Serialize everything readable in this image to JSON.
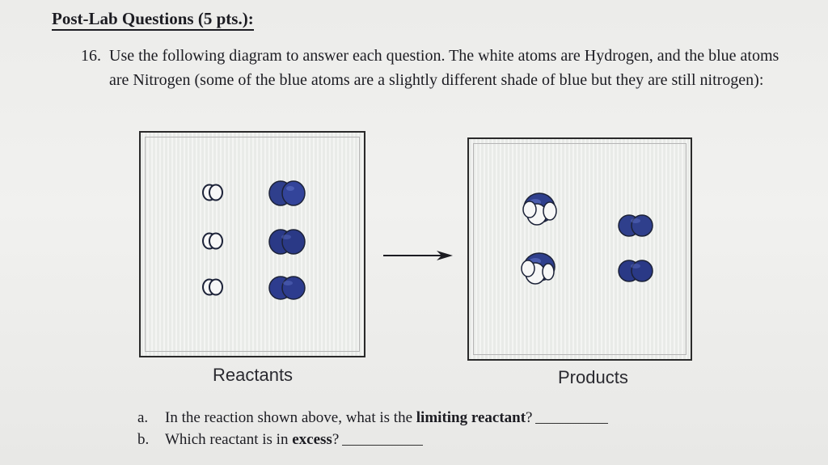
{
  "heading": "Post-Lab Questions (5 pts.):",
  "question16": {
    "number": "16.",
    "text": "Use the following diagram to answer each question. The white atoms are Hydrogen, and the blue atoms are Nitrogen (some of the blue atoms are a slightly different shade of blue but they are still nitrogen):"
  },
  "diagram": {
    "reactants_label": "Reactants",
    "products_label": "Products",
    "colors": {
      "hydrogen": "#f7f7f7",
      "nitrogen": "#2f3f8c",
      "nitrogen_dark": "#1f2a6e",
      "outline": "#1c2238"
    },
    "reactant_molecules": [
      {
        "formula": "H2",
        "count": 3
      },
      {
        "formula": "N2",
        "count": 3
      }
    ],
    "product_molecules": [
      {
        "formula": "NH3",
        "count": 2
      },
      {
        "formula": "N2",
        "count": 2
      }
    ]
  },
  "part_a": {
    "letter": "a.",
    "text_before": "In the reaction shown above, what is the ",
    "bold": "limiting reactant",
    "text_after": "?"
  },
  "part_b": {
    "letter": "b.",
    "text_before": "Which reactant is in ",
    "bold": "excess",
    "text_after": "?"
  }
}
